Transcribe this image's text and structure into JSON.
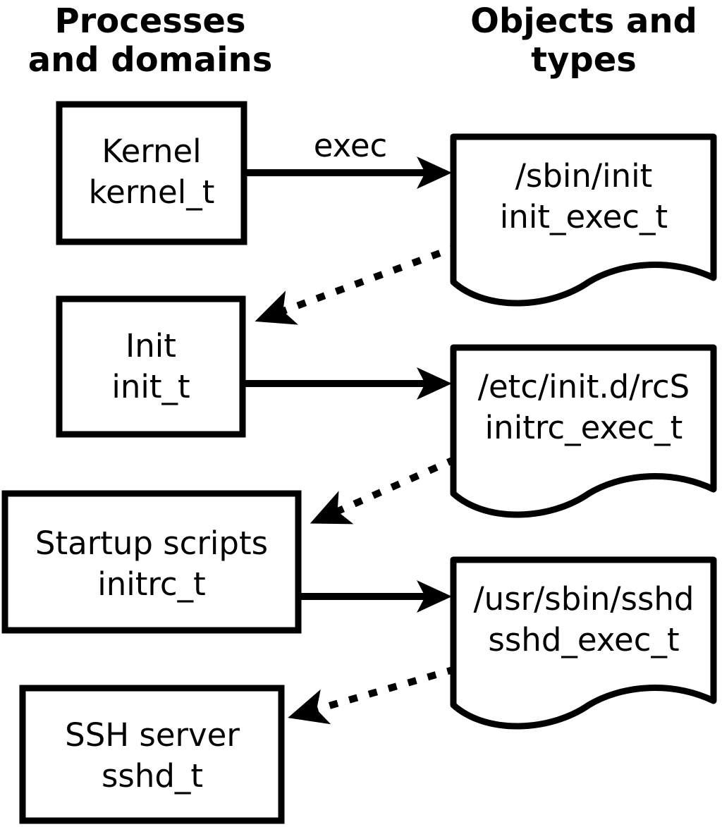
{
  "diagram": {
    "colors": {
      "background": "#ffffff",
      "line": "#000000",
      "text": "#000000"
    },
    "headers": {
      "left": {
        "line1": "Processes",
        "line2": "and domains"
      },
      "right": {
        "line1": "Objects and",
        "line2": "types"
      }
    },
    "processes": [
      {
        "label": "Kernel",
        "domain": "kernel_t"
      },
      {
        "label": "Init",
        "domain": "init_t"
      },
      {
        "label": "Startup scripts",
        "domain": "initrc_t"
      },
      {
        "label": "SSH server",
        "domain": "sshd_t"
      }
    ],
    "objects": [
      {
        "path": "/sbin/init",
        "type": "init_exec_t"
      },
      {
        "path": "/etc/init.d/rcS",
        "type": "initrc_exec_t"
      },
      {
        "path": "/usr/sbin/sshd",
        "type": "sshd_exec_t"
      }
    ],
    "edges": {
      "solid": [
        {
          "from": "kernel_t",
          "to": "init_exec_t",
          "label": "exec",
          "style": "solid"
        },
        {
          "from": "init_t",
          "to": "initrc_exec_t",
          "label": "",
          "style": "solid"
        },
        {
          "from": "initrc_t",
          "to": "sshd_exec_t",
          "label": "",
          "style": "solid"
        }
      ],
      "dotted": [
        {
          "from": "init_exec_t",
          "to": "init_t",
          "style": "dotted"
        },
        {
          "from": "initrc_exec_t",
          "to": "initrc_t",
          "style": "dotted"
        },
        {
          "from": "sshd_exec_t",
          "to": "sshd_t",
          "style": "dotted"
        }
      ]
    }
  }
}
